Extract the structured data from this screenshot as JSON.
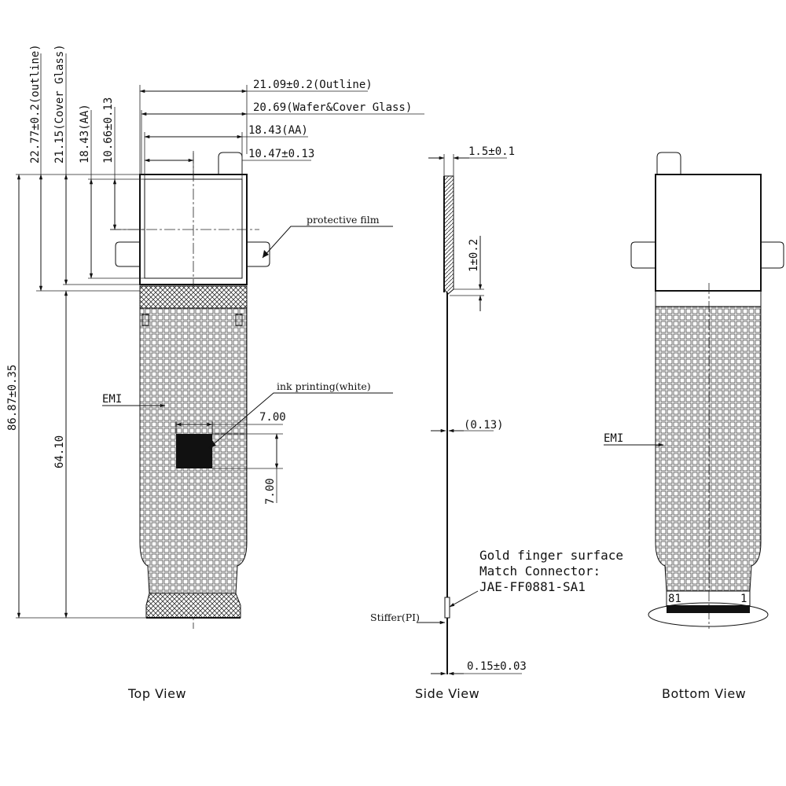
{
  "top_view": {
    "label": "Top View",
    "dim_outline_width": "21.09±0.2(Outline)",
    "dim_wafer_cover_glass": "20.69(Wafer&Cover Glass)",
    "dim_aa_width": "18.43(AA)",
    "dim_aa_offset": "10.47±0.13",
    "dim_outline_height": "22.77±0.2(outline)",
    "dim_cover_glass_height": "21.15(Cover Glass)",
    "dim_aa_height": "18.43(AA)",
    "dim_aa_offset_v": "10.66±0.13",
    "dim_total_length": "86.87±0.35",
    "dim_fpc_length": "64.10",
    "label_protective_film": "protective film",
    "label_emi": "EMI",
    "label_ink_printing": "ink printing(white)",
    "dim_ink_width": "7.00",
    "dim_ink_height": "7.00"
  },
  "side_view": {
    "label": "Side View",
    "dim_thickness": "1.5±0.1",
    "dim_step": "1±0.2",
    "dim_fpc_thickness": "(0.13)",
    "label_gold_finger": "Gold finger surface",
    "label_match_connector": "Match Connector:",
    "label_connector_part": "JAE-FF0881-SA1",
    "label_stiffer": "Stiffer(PI)",
    "dim_stiffer_thickness": "0.15±0.03"
  },
  "bottom_view": {
    "label": "Bottom View",
    "label_emi": "EMI",
    "pin_left": "81",
    "pin_right": "1"
  }
}
